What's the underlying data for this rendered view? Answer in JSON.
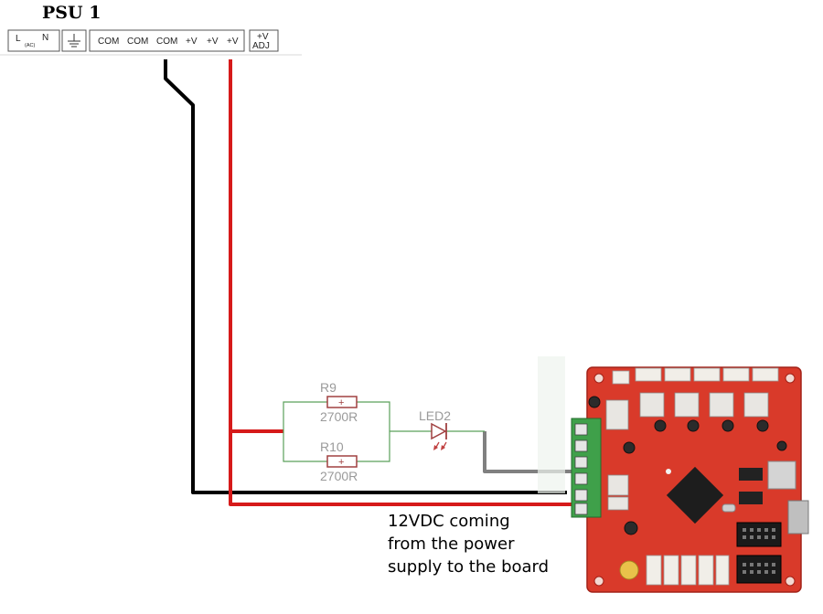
{
  "psu": {
    "title": "PSU 1",
    "terminals": {
      "l": "L",
      "n": "N",
      "ac": "(AC)",
      "com1": "COM",
      "com2": "COM",
      "com3": "COM",
      "v1": "+V",
      "v2": "+V",
      "v3": "+V",
      "adj_top": "+V",
      "adj_bottom": "ADJ"
    }
  },
  "components": {
    "r9": {
      "name": "R9",
      "value": "2700R"
    },
    "r10": {
      "name": "R10",
      "value": "2700R"
    },
    "led": {
      "name": "LED2"
    }
  },
  "caption": {
    "line1": "12VDC coming",
    "line2": "from the power",
    "line3": "supply to the board"
  },
  "colors": {
    "positive_wire": "#d61a1a",
    "negative_wire": "#000000",
    "signal_wire": "#808080",
    "schematic_green": "#5aa05a",
    "resistor_outline": "#a04040",
    "board_red": "#d93a2a",
    "terminal_green": "#3fa04a"
  }
}
